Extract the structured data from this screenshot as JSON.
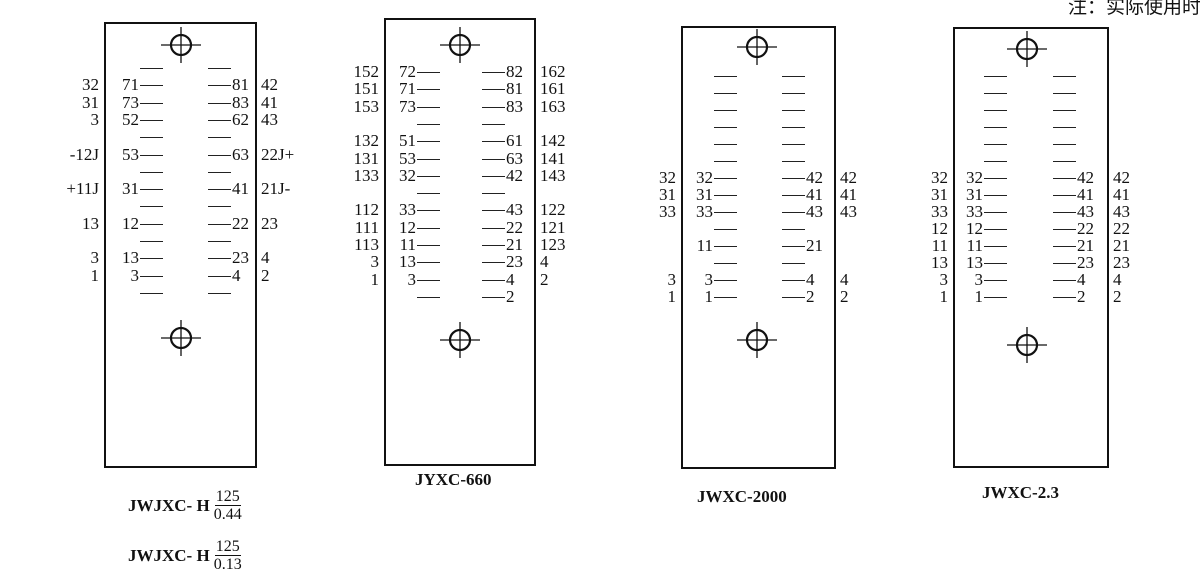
{
  "note": "注：实际使用时各位数字顺序",
  "relays": [
    {
      "name": "JWJXC-H",
      "captions": [
        {
          "prefix": "JWJXC- H",
          "num": "125",
          "den": "0.44"
        },
        {
          "prefix": "JWJXC- H",
          "num": "125",
          "den": "0.13"
        }
      ],
      "rows": [
        [
          "",
          "",
          "",
          ""
        ],
        [
          "32",
          "71",
          "81",
          "42"
        ],
        [
          "31",
          "73",
          "83",
          "41"
        ],
        [
          "3",
          "52",
          "62",
          "43"
        ],
        [
          "",
          "",
          "",
          ""
        ],
        [
          "-12J",
          "53",
          "63",
          "22J+"
        ],
        [
          "",
          "",
          "",
          ""
        ],
        [
          "+11J",
          "31",
          "41",
          "21J-"
        ],
        [
          "",
          "",
          "",
          ""
        ],
        [
          "13",
          "12",
          "22",
          "23"
        ],
        [
          "",
          "",
          "",
          ""
        ],
        [
          "3",
          "13",
          "23",
          "4"
        ],
        [
          "1",
          "3",
          "4",
          "2"
        ],
        [
          "",
          "",
          "",
          ""
        ]
      ]
    },
    {
      "name": "JYXC-660",
      "captions": [
        {
          "prefix": "JYXC-660"
        }
      ],
      "rows": [
        [
          "152",
          "72",
          "82",
          "162"
        ],
        [
          "151",
          "71",
          "81",
          "161"
        ],
        [
          "153",
          "73",
          "83",
          "163"
        ],
        [
          "",
          "",
          "",
          ""
        ],
        [
          "132",
          "51",
          "61",
          "142"
        ],
        [
          "131",
          "53",
          "63",
          "141"
        ],
        [
          "133",
          "32",
          "42",
          "143"
        ],
        [
          "",
          "",
          "",
          ""
        ],
        [
          "112",
          "33",
          "43",
          "122"
        ],
        [
          "111",
          "12",
          "22",
          "121"
        ],
        [
          "113",
          "11",
          "21",
          "123"
        ],
        [
          "3",
          "13",
          "23",
          "4"
        ],
        [
          "1",
          "3",
          "4",
          "2"
        ],
        [
          "",
          "",
          "2",
          ""
        ]
      ]
    },
    {
      "name": "JWXC-2000",
      "captions": [
        {
          "prefix": "JWXC-2000"
        }
      ],
      "rows": [
        [
          "",
          "",
          "",
          ""
        ],
        [
          "",
          "",
          "",
          ""
        ],
        [
          "",
          "",
          "",
          ""
        ],
        [
          "",
          "",
          "",
          ""
        ],
        [
          "",
          "",
          "",
          ""
        ],
        [
          "",
          "",
          "",
          ""
        ],
        [
          "32",
          "32",
          "42",
          "42"
        ],
        [
          "31",
          "31",
          "41",
          "41"
        ],
        [
          "33",
          "33",
          "43",
          "43"
        ],
        [
          "",
          "",
          "",
          ""
        ],
        [
          "",
          "11",
          "21",
          ""
        ],
        [
          "",
          "",
          "",
          ""
        ],
        [
          "3",
          "3",
          "4",
          "4"
        ],
        [
          "1",
          "1",
          "2",
          "2"
        ]
      ]
    },
    {
      "name": "JWXC-2.3",
      "captions": [
        {
          "prefix": "JWXC-2.3"
        }
      ],
      "rows": [
        [
          "",
          "",
          "",
          ""
        ],
        [
          "",
          "",
          "",
          ""
        ],
        [
          "",
          "",
          "",
          ""
        ],
        [
          "",
          "",
          "",
          ""
        ],
        [
          "",
          "",
          "",
          ""
        ],
        [
          "",
          "",
          "",
          ""
        ],
        [
          "32",
          "32",
          "42",
          "42"
        ],
        [
          "31",
          "31",
          "41",
          "41"
        ],
        [
          "33",
          "33",
          "43",
          "43"
        ],
        [
          "12",
          "12",
          "22",
          "22"
        ],
        [
          "11",
          "11",
          "21",
          "21"
        ],
        [
          "13",
          "13",
          "23",
          "23"
        ],
        [
          "3",
          "3",
          "4",
          "4"
        ],
        [
          "1",
          "1",
          "2",
          "2"
        ]
      ]
    }
  ]
}
